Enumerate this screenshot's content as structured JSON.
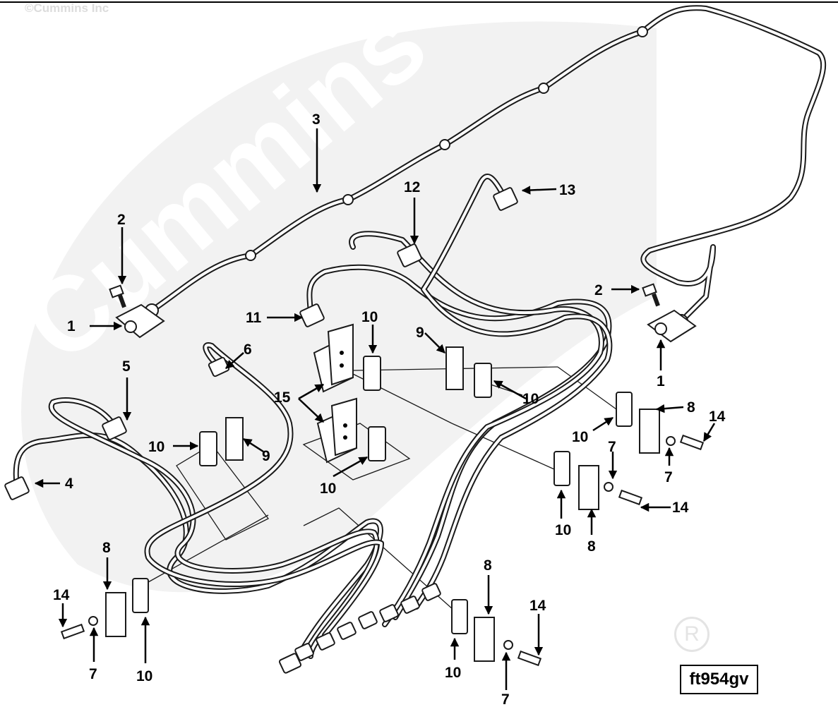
{
  "copyright": "©Cummins Inc",
  "watermark": "Cummins",
  "registered_mark": "R",
  "figure_id": "ft954gv",
  "callouts": [
    {
      "key": "c2a",
      "text": "2"
    },
    {
      "key": "c1a",
      "text": "1"
    },
    {
      "key": "c3",
      "text": "3"
    },
    {
      "key": "c12",
      "text": "12"
    },
    {
      "key": "c13",
      "text": "13"
    },
    {
      "key": "c2b",
      "text": "2"
    },
    {
      "key": "c1b",
      "text": "1"
    },
    {
      "key": "c11",
      "text": "11"
    },
    {
      "key": "c10a",
      "text": "10"
    },
    {
      "key": "c9a",
      "text": "9"
    },
    {
      "key": "c10b",
      "text": "10"
    },
    {
      "key": "c5",
      "text": "5"
    },
    {
      "key": "c6",
      "text": "6"
    },
    {
      "key": "c15",
      "text": "15"
    },
    {
      "key": "c8a",
      "text": "8"
    },
    {
      "key": "c14a",
      "text": "14"
    },
    {
      "key": "c10c",
      "text": "10"
    },
    {
      "key": "c9b",
      "text": "9"
    },
    {
      "key": "c7a",
      "text": "7"
    },
    {
      "key": "c7b",
      "text": "7"
    },
    {
      "key": "c4",
      "text": "4"
    },
    {
      "key": "c10d",
      "text": "10"
    },
    {
      "key": "c14b",
      "text": "14"
    },
    {
      "key": "c10e",
      "text": "10"
    },
    {
      "key": "c8b",
      "text": "8"
    },
    {
      "key": "c8c",
      "text": "8"
    },
    {
      "key": "c8d",
      "text": "8"
    },
    {
      "key": "c14c",
      "text": "14"
    },
    {
      "key": "c14d",
      "text": "14"
    },
    {
      "key": "c7c",
      "text": "7"
    },
    {
      "key": "c10f",
      "text": "10"
    },
    {
      "key": "c10g",
      "text": "10"
    },
    {
      "key": "c7d",
      "text": "7"
    }
  ]
}
